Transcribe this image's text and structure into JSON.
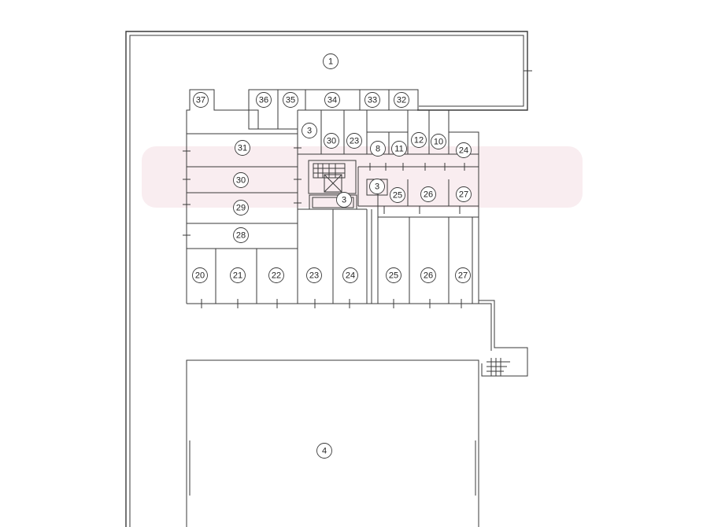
{
  "plan": {
    "background": "#ffffff",
    "line_color": "#3a3a3a",
    "rooms": [
      {
        "id": "r1",
        "label": "1"
      },
      {
        "id": "r37",
        "label": "37"
      },
      {
        "id": "r36",
        "label": "36"
      },
      {
        "id": "r35",
        "label": "35"
      },
      {
        "id": "r34",
        "label": "34"
      },
      {
        "id": "r33",
        "label": "33"
      },
      {
        "id": "r32",
        "label": "32"
      },
      {
        "id": "r3a",
        "label": "3"
      },
      {
        "id": "r30b",
        "label": "30"
      },
      {
        "id": "r23b",
        "label": "23"
      },
      {
        "id": "r8",
        "label": "8"
      },
      {
        "id": "r11",
        "label": "11"
      },
      {
        "id": "r12",
        "label": "12"
      },
      {
        "id": "r10",
        "label": "10"
      },
      {
        "id": "r24b",
        "label": "24"
      },
      {
        "id": "r31",
        "label": "31"
      },
      {
        "id": "r30",
        "label": "30"
      },
      {
        "id": "r3b",
        "label": "3"
      },
      {
        "id": "r25b",
        "label": "25"
      },
      {
        "id": "r26b",
        "label": "26"
      },
      {
        "id": "r27b",
        "label": "27"
      },
      {
        "id": "r29",
        "label": "29"
      },
      {
        "id": "r3c",
        "label": "3"
      },
      {
        "id": "r28",
        "label": "28"
      },
      {
        "id": "r20",
        "label": "20"
      },
      {
        "id": "r21",
        "label": "21"
      },
      {
        "id": "r22",
        "label": "22"
      },
      {
        "id": "r23",
        "label": "23"
      },
      {
        "id": "r24",
        "label": "24"
      },
      {
        "id": "r25",
        "label": "25"
      },
      {
        "id": "r26",
        "label": "26"
      },
      {
        "id": "r27",
        "label": "27"
      },
      {
        "id": "r4",
        "label": "4"
      }
    ]
  }
}
